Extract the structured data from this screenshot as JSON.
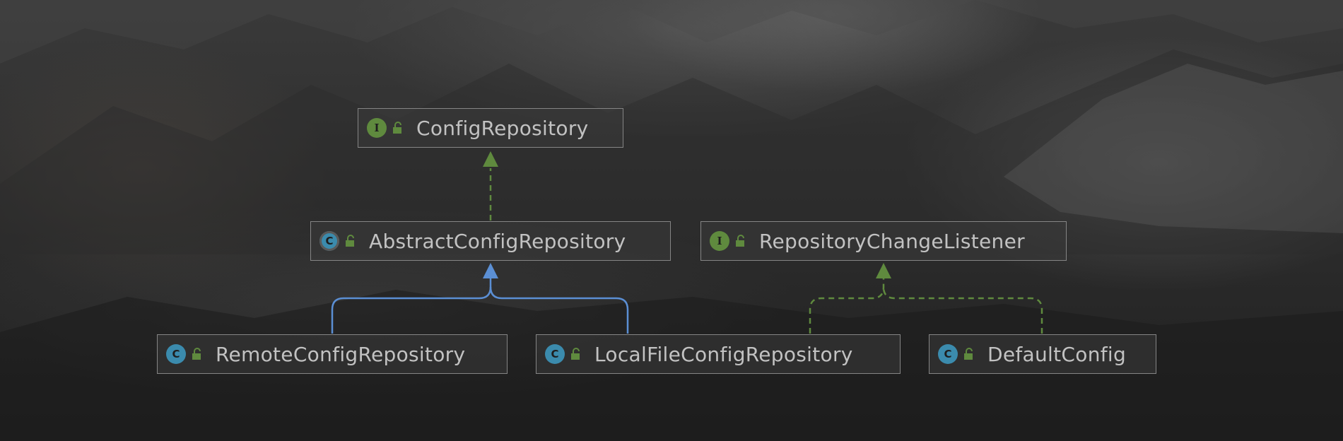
{
  "diagram": {
    "nodes": [
      {
        "id": "config_repository",
        "name": "ConfigRepository",
        "kind": "I",
        "type": "interface"
      },
      {
        "id": "abstract_config_repository",
        "name": "AbstractConfigRepository",
        "kind": "C",
        "type": "abstract-class"
      },
      {
        "id": "repository_change_listener",
        "name": "RepositoryChangeListener",
        "kind": "I",
        "type": "interface"
      },
      {
        "id": "remote_config_repository",
        "name": "RemoteConfigRepository",
        "kind": "C",
        "type": "class"
      },
      {
        "id": "local_file_config_repository",
        "name": "LocalFileConfigRepository",
        "kind": "C",
        "type": "class"
      },
      {
        "id": "default_config",
        "name": "DefaultConfig",
        "kind": "C",
        "type": "class"
      }
    ],
    "edges": [
      {
        "from": "abstract_config_repository",
        "to": "config_repository",
        "relation": "implements"
      },
      {
        "from": "remote_config_repository",
        "to": "abstract_config_repository",
        "relation": "extends"
      },
      {
        "from": "local_file_config_repository",
        "to": "abstract_config_repository",
        "relation": "extends"
      },
      {
        "from": "local_file_config_repository",
        "to": "repository_change_listener",
        "relation": "implements"
      },
      {
        "from": "default_config",
        "to": "repository_change_listener",
        "relation": "implements"
      }
    ],
    "colors": {
      "implements": "#5f8a3e",
      "extends": "#5b8fd4",
      "interface_icon": "#5f8a3e",
      "class_icon": "#3b8bad",
      "node_border": "#858585",
      "node_text": "#c2c2c2"
    },
    "icons": {
      "visibility": "unlocked-padlock-icon",
      "interface": "interface-icon",
      "class": "class-icon",
      "abstract_class": "abstract-class-icon"
    }
  }
}
